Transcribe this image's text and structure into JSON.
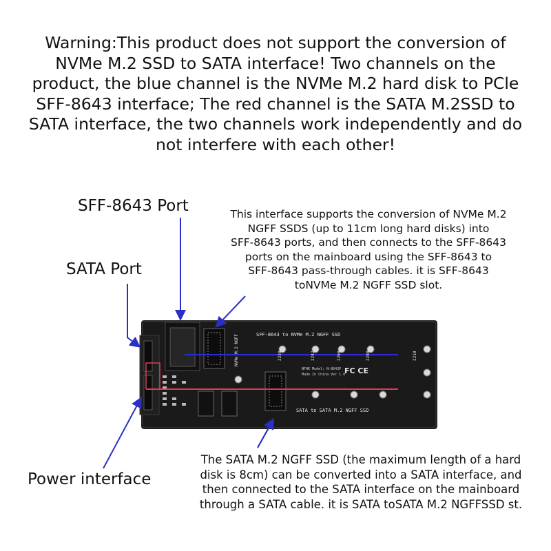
{
  "warning": {
    "lines": [
      "Warning:This product does not support the conversion of",
      "NVMe M.2 SSD to SATA interface! Two channels on the",
      "product, the blue channel is the NVMe M.2 hard disk to PCle",
      "SFF-8643 interface; The red channel is the SATA M.2SSD to",
      "SATA interface, the two channels work independently and do",
      "not interfere with each other!"
    ]
  },
  "labels": {
    "sff_port": "SFF-8643 Port",
    "sata_port": "SATA Port",
    "power": "Power interface"
  },
  "nvme_desc": {
    "lines": [
      "This interface supports the conversion of NVMe M.2",
      "NGFF SSDS (up to 11cm long hard disks) into",
      "SFF-8643 ports, and then connects to the SFF-8643",
      "ports on the mainboard using the SFF-8643 to",
      "SFF-8643 pass-through cables. it is SFF-8643",
      "toNVMe M.2 NGFF SSD slot."
    ]
  },
  "sata_desc": {
    "lines": [
      "The SATA M.2 NGFF SSD (the maximum length of a hard",
      "disk is 8cm) can be converted into a SATA interface, and",
      "then connected to the SATA interface on the mainboard",
      "through a SATA cable. it is SATA toSATA M.2 NGFFSSD st."
    ]
  },
  "board": {
    "silk_top": "SFF-8643 to NVMe M.2 NGFF SSD",
    "silk_bottom": "SATA to SATA M.2 NGFF SSD",
    "silk_model": "NFHK Model: N-8643P",
    "silk_origin": "Made In China  Ver 1.0",
    "silk_nvme_vertical": "NVMe M.2 NGFF",
    "slot_marks": [
      "2230",
      "2242",
      "2260",
      "2280",
      "2210"
    ],
    "cert_marks": "FC CE",
    "colors": {
      "pcb": "#1a1a1a",
      "silk": "#e8e8e8",
      "nvme_channel": "#2a2ad8",
      "sata_channel": "#e03a5a",
      "arrow": "#2a2fc8"
    }
  }
}
